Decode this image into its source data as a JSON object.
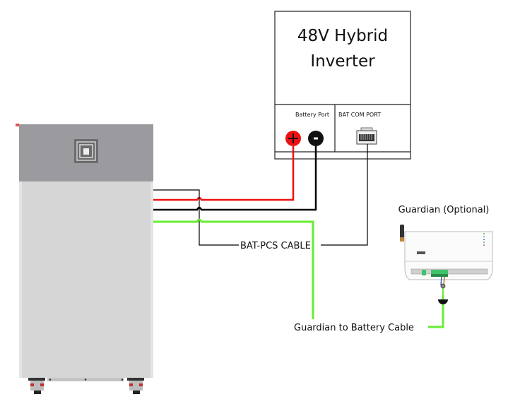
{
  "inverter": {
    "title_line1": "48V Hybrid",
    "title_line2": "Inverter",
    "battery_port_label": "Battery Port",
    "bat_com_port_label": "BAT COM PORT",
    "positive_symbol": "+",
    "negative_symbol": "−"
  },
  "labels": {
    "bat_pcs_cable": "BAT-PCS CABLE",
    "guardian_title": "Guardian (Optional)",
    "guardian_cable": "Guardian to Battery Cable"
  },
  "colors": {
    "positive": "#ee1111",
    "negative": "#000000",
    "guardian_cable": "#66ee33",
    "comm_cable": "#000000",
    "battery_top": "#9b9b9f",
    "battery_body": "#d6d6d6"
  }
}
